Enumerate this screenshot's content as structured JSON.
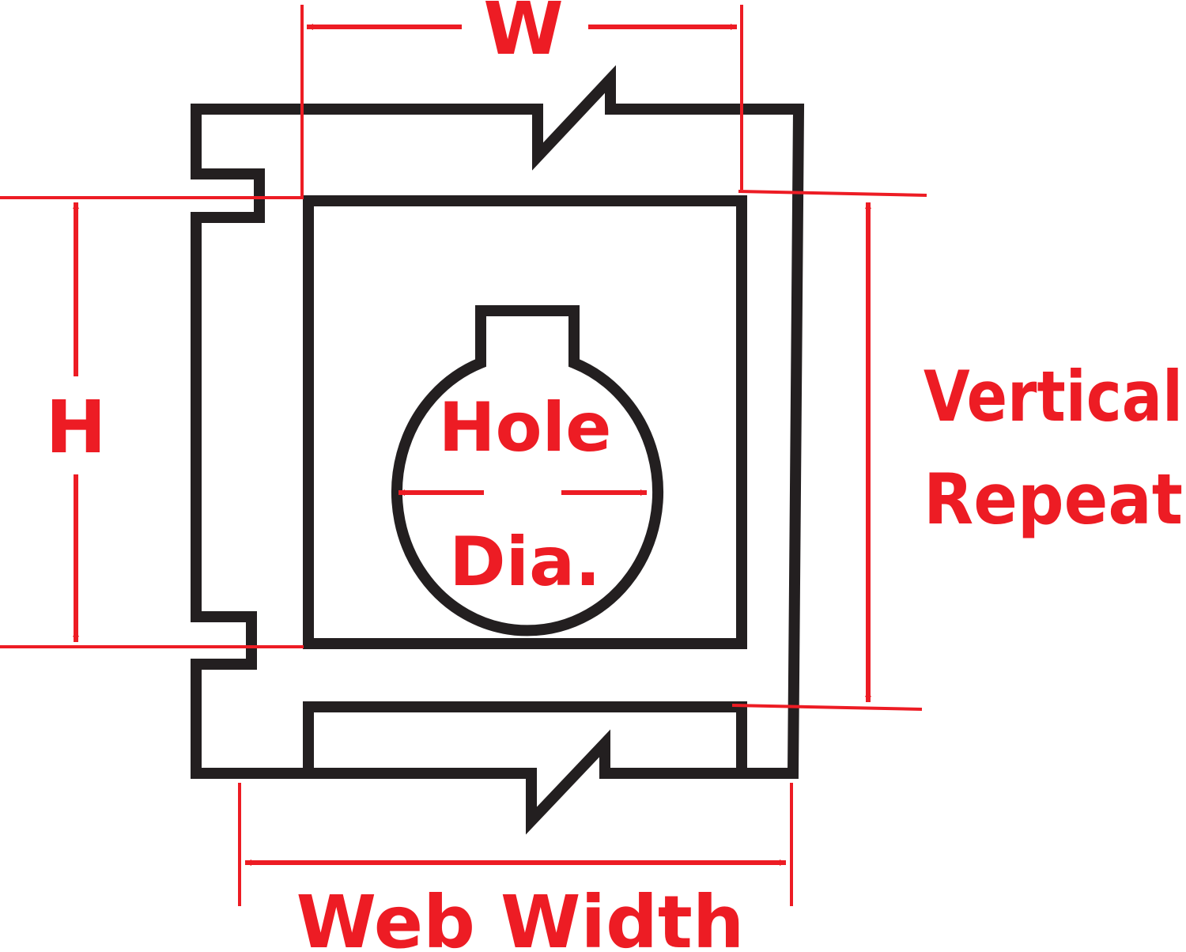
{
  "labels": {
    "width": "W",
    "height": "H",
    "hole_line1": "Hole",
    "hole_line2": "Dia.",
    "vertical_line1": "Vertical",
    "vertical_line2": "Repeat",
    "web_width": "Web Width"
  },
  "colors": {
    "outline": "#231f20",
    "dimension": "#ed1c24",
    "background": "#ffffff"
  }
}
